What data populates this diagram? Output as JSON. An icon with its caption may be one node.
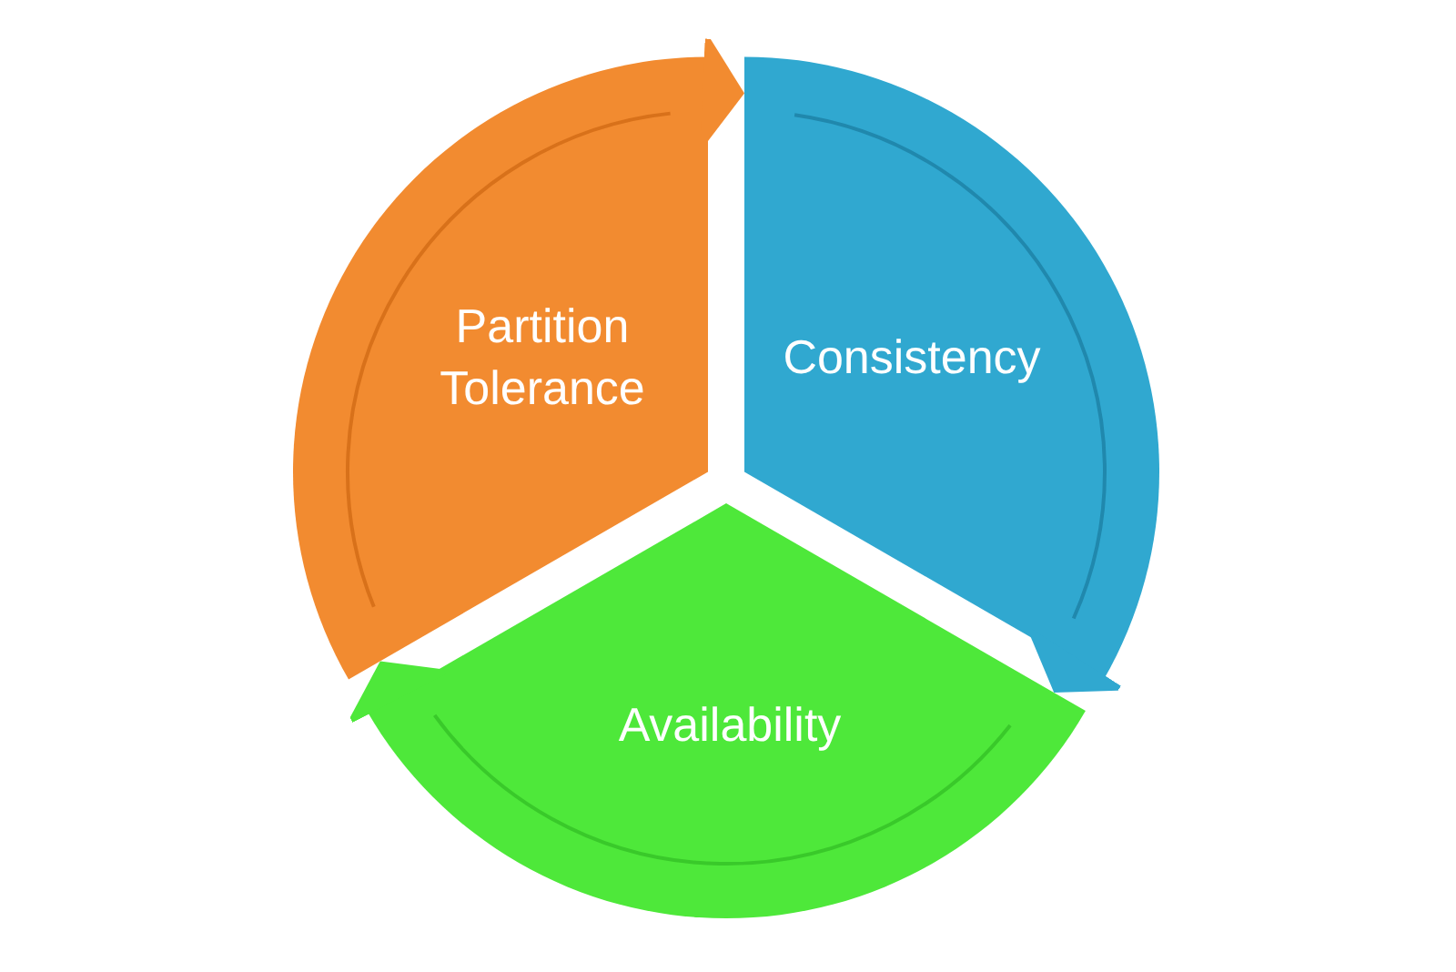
{
  "diagram": {
    "nodes": [
      {
        "text": [
          "Partition Tolerance"
        ]
      },
      {
        "text": [
          "Consistency"
        ]
      },
      {
        "text": [
          "Availability"
        ]
      }
    ],
    "edges": [
      {
        "from": 0,
        "to": 1,
        "arrow": "to",
        "color": "#f28b30"
      },
      {
        "from": 1,
        "to": 2,
        "arrow": "to",
        "color": "#30a8d0"
      },
      {
        "from": 2,
        "to": 0,
        "arrow": "to",
        "color": "#4ee83a"
      }
    ]
  }
}
